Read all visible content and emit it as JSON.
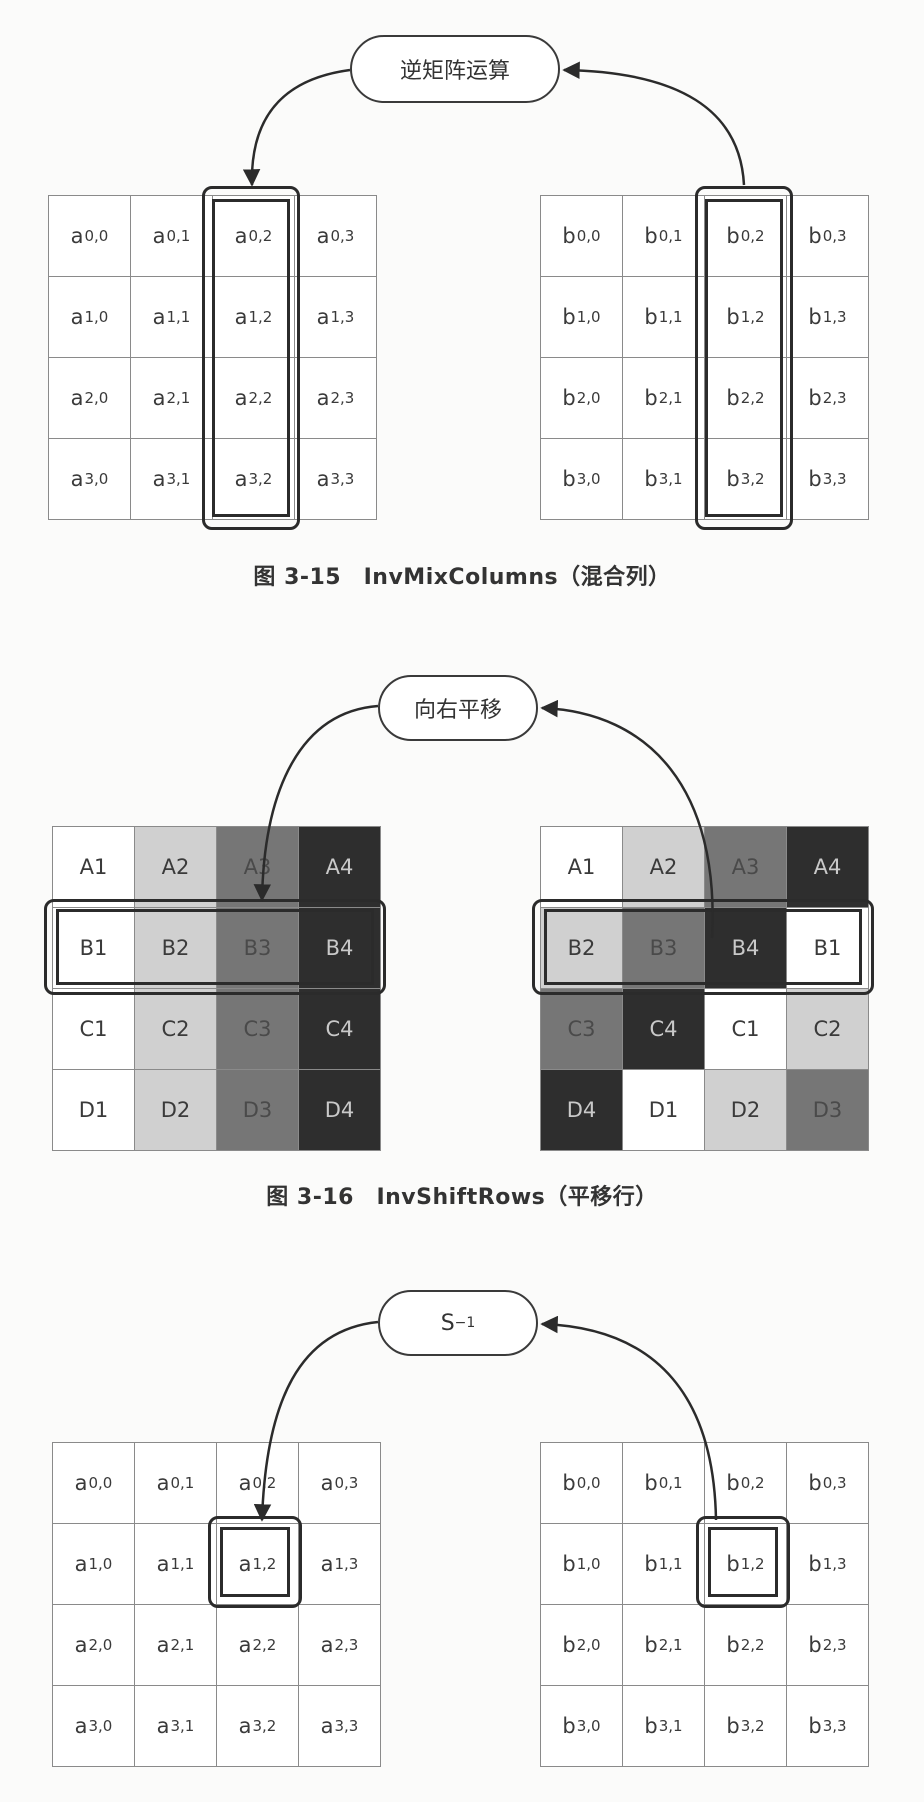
{
  "figure_3_15": {
    "pill_label": "逆矩阵运算",
    "caption": "图 3-15　InvMixColumns（混合列）",
    "left_grid": [
      [
        "a",
        "0,0"
      ],
      [
        "a",
        "0,1"
      ],
      [
        "a",
        "0,2"
      ],
      [
        "a",
        "0,3"
      ],
      [
        "a",
        "1,0"
      ],
      [
        "a",
        "1,1"
      ],
      [
        "a",
        "1,2"
      ],
      [
        "a",
        "1,3"
      ],
      [
        "a",
        "2,0"
      ],
      [
        "a",
        "2,1"
      ],
      [
        "a",
        "2,2"
      ],
      [
        "a",
        "2,3"
      ],
      [
        "a",
        "3,0"
      ],
      [
        "a",
        "3,1"
      ],
      [
        "a",
        "3,2"
      ],
      [
        "a",
        "3,3"
      ]
    ],
    "right_grid": [
      [
        "b",
        "0,0"
      ],
      [
        "b",
        "0,1"
      ],
      [
        "b",
        "0,2"
      ],
      [
        "b",
        "0,3"
      ],
      [
        "b",
        "1,0"
      ],
      [
        "b",
        "1,1"
      ],
      [
        "b",
        "1,2"
      ],
      [
        "b",
        "1,3"
      ],
      [
        "b",
        "2,0"
      ],
      [
        "b",
        "2,1"
      ],
      [
        "b",
        "2,2"
      ],
      [
        "b",
        "2,3"
      ],
      [
        "b",
        "3,0"
      ],
      [
        "b",
        "3,1"
      ],
      [
        "b",
        "3,2"
      ],
      [
        "b",
        "3,3"
      ]
    ]
  },
  "figure_3_16": {
    "pill_label": "向右平移",
    "caption": "图 3-16　InvShiftRows（平移行）",
    "left_grid": [
      {
        "t": "A1",
        "s": "white"
      },
      {
        "t": "A2",
        "s": "light"
      },
      {
        "t": "A3",
        "s": "mid"
      },
      {
        "t": "A4",
        "s": "dark"
      },
      {
        "t": "B1",
        "s": "white"
      },
      {
        "t": "B2",
        "s": "light"
      },
      {
        "t": "B3",
        "s": "mid"
      },
      {
        "t": "B4",
        "s": "dark"
      },
      {
        "t": "C1",
        "s": "white"
      },
      {
        "t": "C2",
        "s": "light"
      },
      {
        "t": "C3",
        "s": "mid"
      },
      {
        "t": "C4",
        "s": "dark"
      },
      {
        "t": "D1",
        "s": "white"
      },
      {
        "t": "D2",
        "s": "light"
      },
      {
        "t": "D3",
        "s": "mid"
      },
      {
        "t": "D4",
        "s": "dark"
      }
    ],
    "right_grid": [
      {
        "t": "A1",
        "s": "white"
      },
      {
        "t": "A2",
        "s": "light"
      },
      {
        "t": "A3",
        "s": "mid"
      },
      {
        "t": "A4",
        "s": "dark"
      },
      {
        "t": "B2",
        "s": "light"
      },
      {
        "t": "B3",
        "s": "mid"
      },
      {
        "t": "B4",
        "s": "dark"
      },
      {
        "t": "B1",
        "s": "white"
      },
      {
        "t": "C3",
        "s": "mid"
      },
      {
        "t": "C4",
        "s": "dark"
      },
      {
        "t": "C1",
        "s": "white"
      },
      {
        "t": "C2",
        "s": "light"
      },
      {
        "t": "D4",
        "s": "dark"
      },
      {
        "t": "D1",
        "s": "white"
      },
      {
        "t": "D2",
        "s": "light"
      },
      {
        "t": "D3",
        "s": "mid"
      }
    ]
  },
  "figure_3_17": {
    "pill_label": "S",
    "pill_superscript": "−1",
    "left_grid": [
      [
        "a",
        "0,0"
      ],
      [
        "a",
        "0,1"
      ],
      [
        "a",
        "0,2"
      ],
      [
        "a",
        "0,3"
      ],
      [
        "a",
        "1,0"
      ],
      [
        "a",
        "1,1"
      ],
      [
        "a",
        "1,2"
      ],
      [
        "a",
        "1,3"
      ],
      [
        "a",
        "2,0"
      ],
      [
        "a",
        "2,1"
      ],
      [
        "a",
        "2,2"
      ],
      [
        "a",
        "2,3"
      ],
      [
        "a",
        "3,0"
      ],
      [
        "a",
        "3,1"
      ],
      [
        "a",
        "3,2"
      ],
      [
        "a",
        "3,3"
      ]
    ],
    "right_grid": [
      [
        "b",
        "0,0"
      ],
      [
        "b",
        "0,1"
      ],
      [
        "b",
        "0,2"
      ],
      [
        "b",
        "0,3"
      ],
      [
        "b",
        "1,0"
      ],
      [
        "b",
        "1,1"
      ],
      [
        "b",
        "1,2"
      ],
      [
        "b",
        "1,3"
      ],
      [
        "b",
        "2,0"
      ],
      [
        "b",
        "2,1"
      ],
      [
        "b",
        "2,2"
      ],
      [
        "b",
        "2,3"
      ],
      [
        "b",
        "3,0"
      ],
      [
        "b",
        "3,1"
      ],
      [
        "b",
        "3,2"
      ],
      [
        "b",
        "3,3"
      ]
    ]
  },
  "colors": {
    "white": "#ffffff",
    "light": "#d0d0d0",
    "mid": "#767676",
    "dark": "#2e2e2e",
    "line": "#2b2b2b"
  }
}
